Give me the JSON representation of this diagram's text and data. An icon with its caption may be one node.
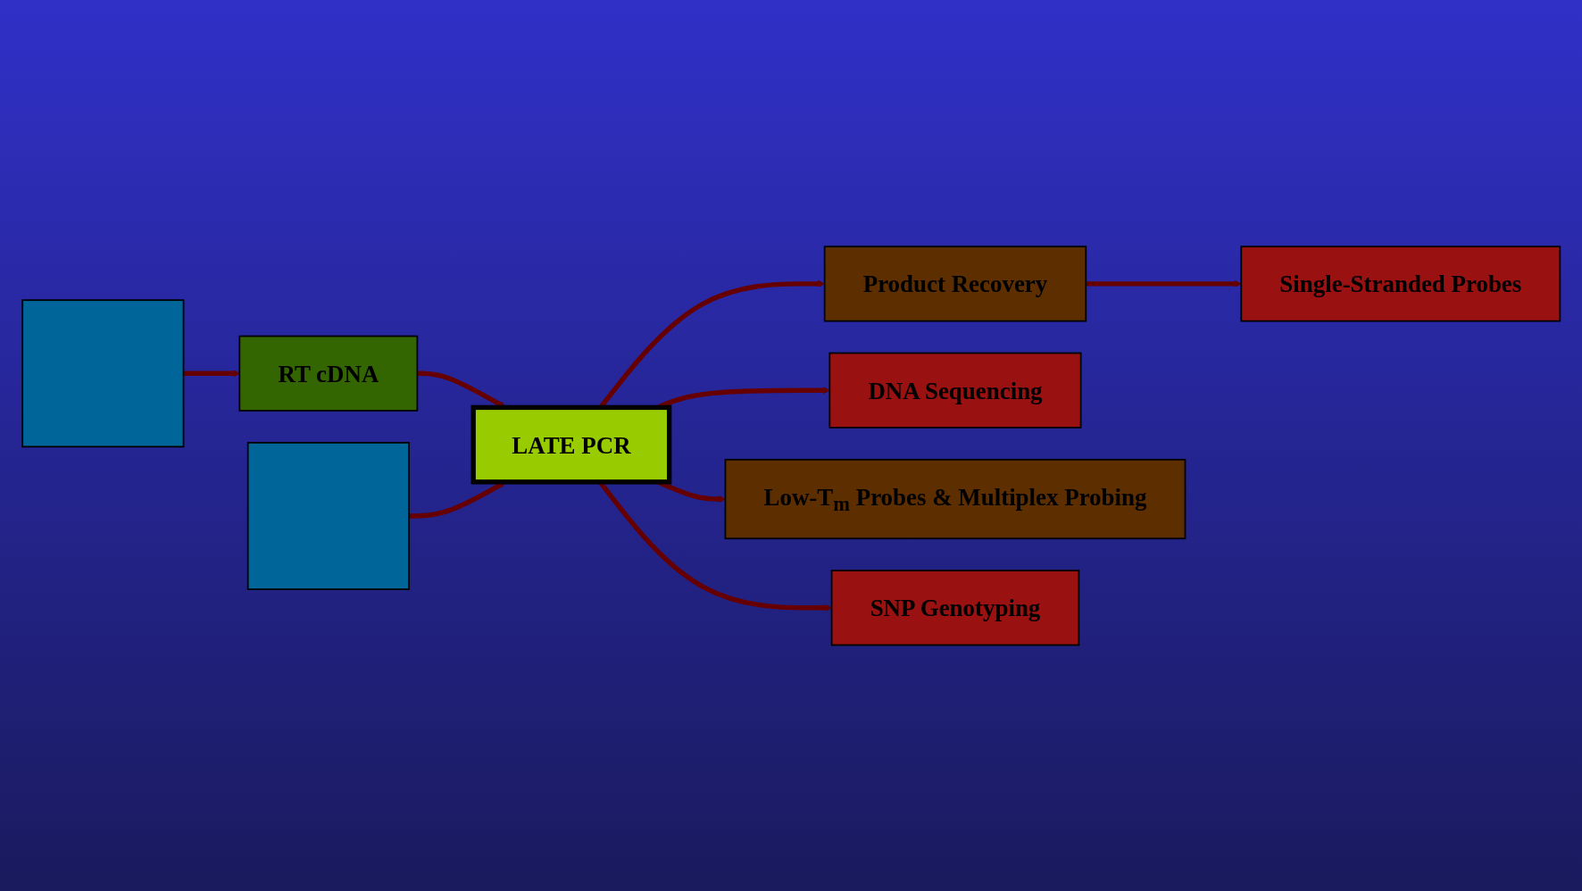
{
  "diagram": {
    "nodes": [
      {
        "text": [],
        "shape": "box"
      },
      {
        "text": [
          "Product Recovery"
        ]
      },
      {
        "text": [
          "Single-Stranded Probes"
        ]
      },
      {
        "text": [],
        "shape": "box"
      },
      {
        "text": [
          "RT cDNA"
        ]
      },
      {
        "text": [
          "LATE PCR"
        ]
      },
      {
        "text": [
          "DNA Sequencing"
        ]
      },
      {
        "text": [
          "Low-T$_{m}$ Probes & Multiplex Probing"
        ]
      },
      {
        "text": [
          "SNP Genotyping"
        ]
      }
    ],
    "edges": [
      {
        "from": 3,
        "to": 4,
        "arrow": "to"
      },
      {
        "from": 4,
        "to": 5,
        "arrow": "to"
      },
      {
        "from": 0,
        "to": 5,
        "arrow": "to"
      },
      {
        "from": 5,
        "to": 1,
        "arrow": "to"
      },
      {
        "from": 1,
        "to": 2,
        "arrow": "to"
      },
      {
        "from": 5,
        "to": 6,
        "arrow": "to"
      },
      {
        "from": 5,
        "to": 8,
        "arrow": "to"
      },
      {
        "from": 5,
        "to": 7,
        "arrow": "to"
      }
    ]
  }
}
